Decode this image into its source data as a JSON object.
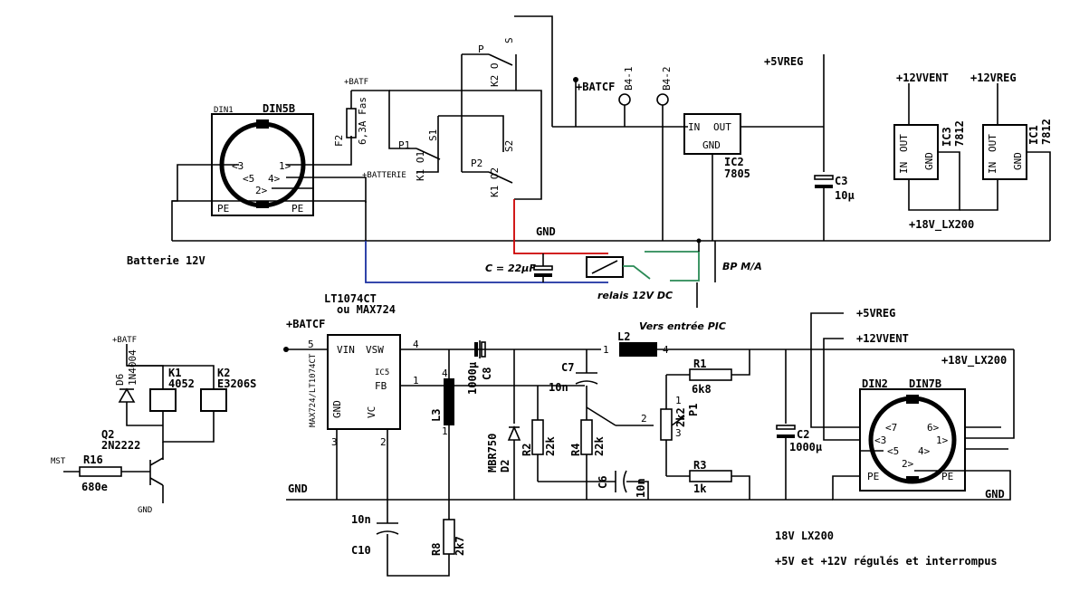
{
  "labels": {
    "din1": "DIN1",
    "din5b": "DIN5B",
    "din1_p3": "<3",
    "din1_p1": "1>",
    "din1_p5": "<5",
    "din1_p4": "4>",
    "din1_p2": "2>",
    "din1_pe_l": "PE",
    "din1_pe_r": "PE",
    "batterie": "Batterie 12V",
    "batf_top": "+BATF",
    "fuse_name": "F2",
    "fuse_val": "6,3A Fas",
    "batterie_plus": "+BATTERIE",
    "p1": "P1",
    "s1": "S1",
    "k1_01": "K1 O1",
    "p_k2": "P",
    "s_k2": "S",
    "k2_o": "K2 O",
    "p2": "P2",
    "s2": "S2",
    "k1_o2": "K1 O2",
    "batcf": "+BATCF",
    "b4_1": "B4-1",
    "b4_2": "B4-2",
    "ic2_in": "IN",
    "ic2_out": "OUT",
    "ic2_gnd": "GND",
    "ic2_name": "IC2",
    "ic2_type": "7805",
    "v5reg_top": "+5VREG",
    "c3_name": "C3",
    "c3_val": "10µ",
    "v12vent": "+12VVENT",
    "v12reg": "+12VREG",
    "ic3_name": "IC3",
    "ic3_type": "7812",
    "ic1_name": "IC1",
    "ic1_type": "7812",
    "reg_in": "IN",
    "reg_out": "OUT",
    "reg_gnd": "GND",
    "v18_top": "+18V_LX200",
    "gnd_top": "GND",
    "c22": "C = 22µF",
    "relais": "relais 12V DC",
    "bp": "BP M/A",
    "vers_pic": "Vers entrée PIC",
    "batf_left": "+BATF",
    "d6": "D6",
    "d6_type": "1N4004",
    "k1_name": "K1",
    "k1_type": "4052",
    "k2_name": "K2",
    "k2_type": "E3206S",
    "q2": "Q2",
    "q2_type": "2N2222",
    "mst": "MST",
    "r16": "R16",
    "r16_val": "680e",
    "gnd_left": "GND",
    "lt_name": "LT1074CT",
    "lt_alt": "ou MAX724",
    "batcf_left": "+BATCF",
    "vin": "VIN",
    "vsw": "VSW",
    "ic5": "IC5",
    "fb": "FB",
    "vc": "VC",
    "gnd_ic": "GND",
    "max_side": "MAX724/LT1074CT",
    "pin5": "5",
    "pin4": "4",
    "pin1": "1",
    "pin3": "3",
    "pin2": "2",
    "l3": "L3",
    "c8": "C8",
    "c8_val": "1000µ",
    "d2": "D2",
    "d2_type": "MBR750",
    "c7": "C7",
    "c7_val": "10n",
    "r2": "R2",
    "r2_val": "22k",
    "r4": "R4",
    "r4_val": "22k",
    "c6": "C6",
    "c6_val": "10n",
    "l2": "L2",
    "r1": "R1",
    "r1_val": "6k8",
    "p1_pot": "P1",
    "p1_val": "2k2",
    "r3": "R3",
    "r3_val": "1k",
    "c2": "C2",
    "c2_val": "1000µ",
    "v5reg_out": "+5VREG",
    "v12vent_out": "+12VVENT",
    "v18_out": "+18V_LX200",
    "din2": "DIN2",
    "din7b": "DIN7B",
    "din2_p7": "<7",
    "din2_p6": "6>",
    "din2_p3": "<3",
    "din2_p1": "1>",
    "din2_p5": "<5",
    "din2_p4": "4>",
    "din2_p2": "2>",
    "din2_pe_l": "PE",
    "din2_pe_r": "PE",
    "gnd_main": "GND",
    "gnd_right": "GND",
    "c10_val": "10n",
    "c10": "C10",
    "r8": "R8",
    "r8_val": "2k7",
    "note1": "18V LX200",
    "note2": "+5V et +12V régulés et interrompus"
  },
  "colors": {
    "wire": "#000000",
    "red_wire": "#cc0000",
    "blue_wire": "#1a2fa0",
    "green_wire": "#2a8a55"
  }
}
